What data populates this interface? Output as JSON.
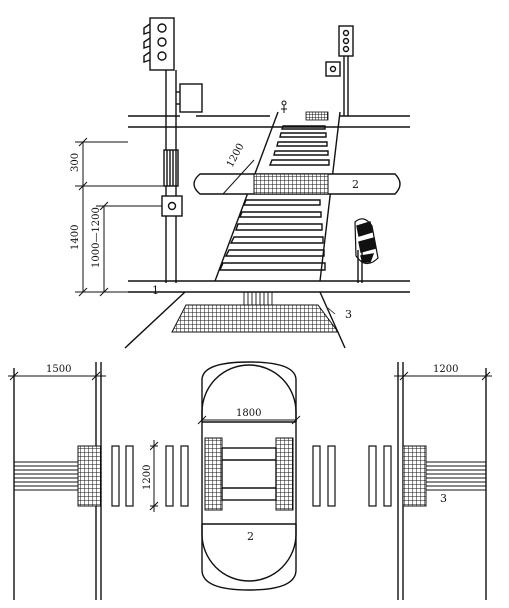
{
  "perspective": {
    "dimensions": {
      "d300": "300",
      "d1400": "1400",
      "d1000_1200": "1000—1200",
      "d1200_diag": "1200"
    },
    "callouts": {
      "one": "1",
      "two": "2",
      "three": "3"
    }
  },
  "plan": {
    "dimensions": {
      "left_width": "1500",
      "island_width": "1800",
      "right_width": "1200",
      "stripe_height": "1200"
    },
    "callouts": {
      "island": "2",
      "right": "3"
    }
  }
}
